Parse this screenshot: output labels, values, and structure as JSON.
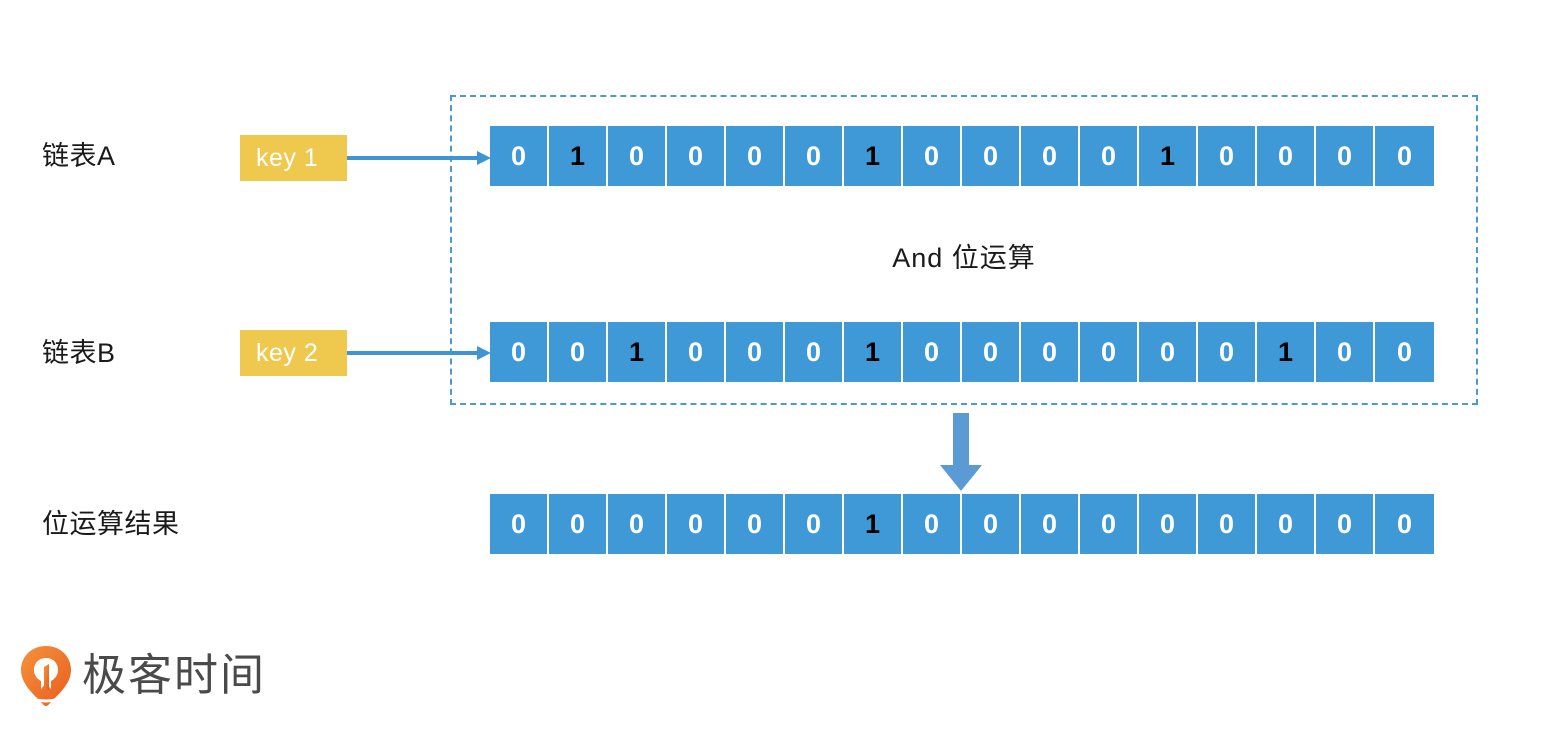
{
  "diagram": {
    "rows": [
      {
        "label": "链表A",
        "key_chip": "key 1",
        "bits": [
          0,
          1,
          0,
          0,
          0,
          0,
          1,
          0,
          0,
          0,
          0,
          1,
          0,
          0,
          0,
          0
        ]
      },
      {
        "label": "链表B",
        "key_chip": "key 2",
        "bits": [
          0,
          0,
          1,
          0,
          0,
          0,
          1,
          0,
          0,
          0,
          0,
          0,
          0,
          1,
          0,
          0
        ]
      }
    ],
    "operation_caption": "And 位运算",
    "result": {
      "label": "位运算结果",
      "bits": [
        0,
        0,
        0,
        0,
        0,
        0,
        1,
        0,
        0,
        0,
        0,
        0,
        0,
        0,
        0,
        0
      ]
    },
    "icons": {
      "connector_arrow": "arrow-right-icon",
      "flow_arrow": "arrow-down-icon",
      "brand_mark": "geektime-pin-logo-icon"
    },
    "colors": {
      "bit_cell": "#3f99d6",
      "bit_zero_text": "#ffffff",
      "bit_one_text": "#000000",
      "key_chip": "#eec94e",
      "dashed_border": "#4a9ad4",
      "arrow": "#4a9ad4",
      "brand_orange": "#f0722b",
      "brand_text": "#4a4a4a"
    }
  },
  "brand": {
    "name": "极客时间"
  }
}
